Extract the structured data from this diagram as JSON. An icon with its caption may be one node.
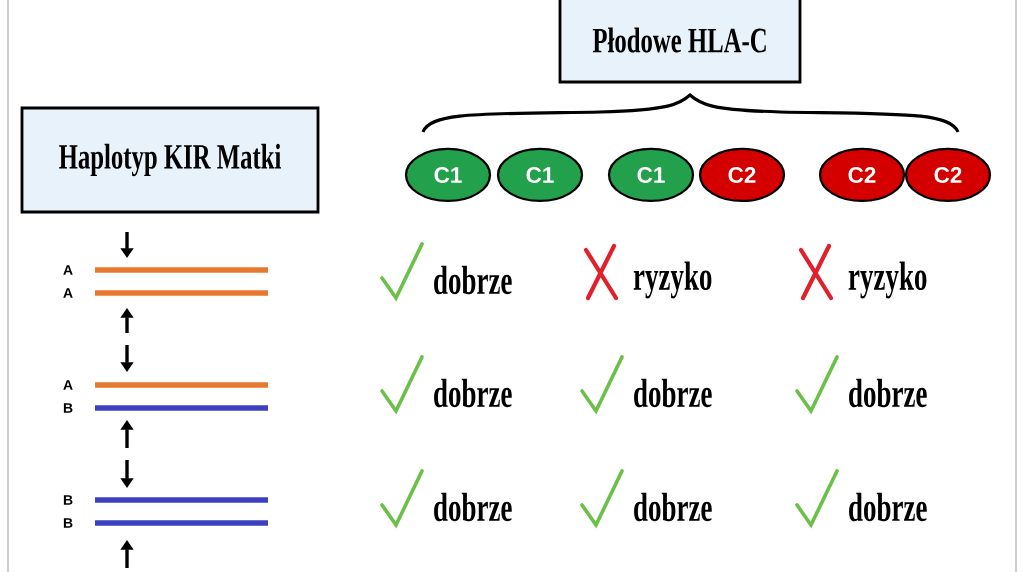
{
  "diagram": {
    "nodes": [
      {
        "text": [
          "Płodowe HLA-C"
        ]
      },
      {
        "text": [
          "C1"
        ]
      },
      {
        "text": [
          "C1"
        ]
      },
      {
        "text": [
          "C1"
        ]
      },
      {
        "text": [
          "C2"
        ]
      },
      {
        "text": [
          "C2"
        ]
      },
      {
        "text": [
          "C2"
        ]
      },
      {
        "text": [
          "Haplotyp KIR Matki"
        ]
      }
    ],
    "labels": [
      "A",
      "A",
      "dobrze",
      "ryzyko",
      "ryzyko",
      "A",
      "B",
      "dobrze",
      "dobrze",
      "dobrze",
      "B",
      "B",
      "dobrze",
      "dobrze",
      "dobrze"
    ]
  }
}
